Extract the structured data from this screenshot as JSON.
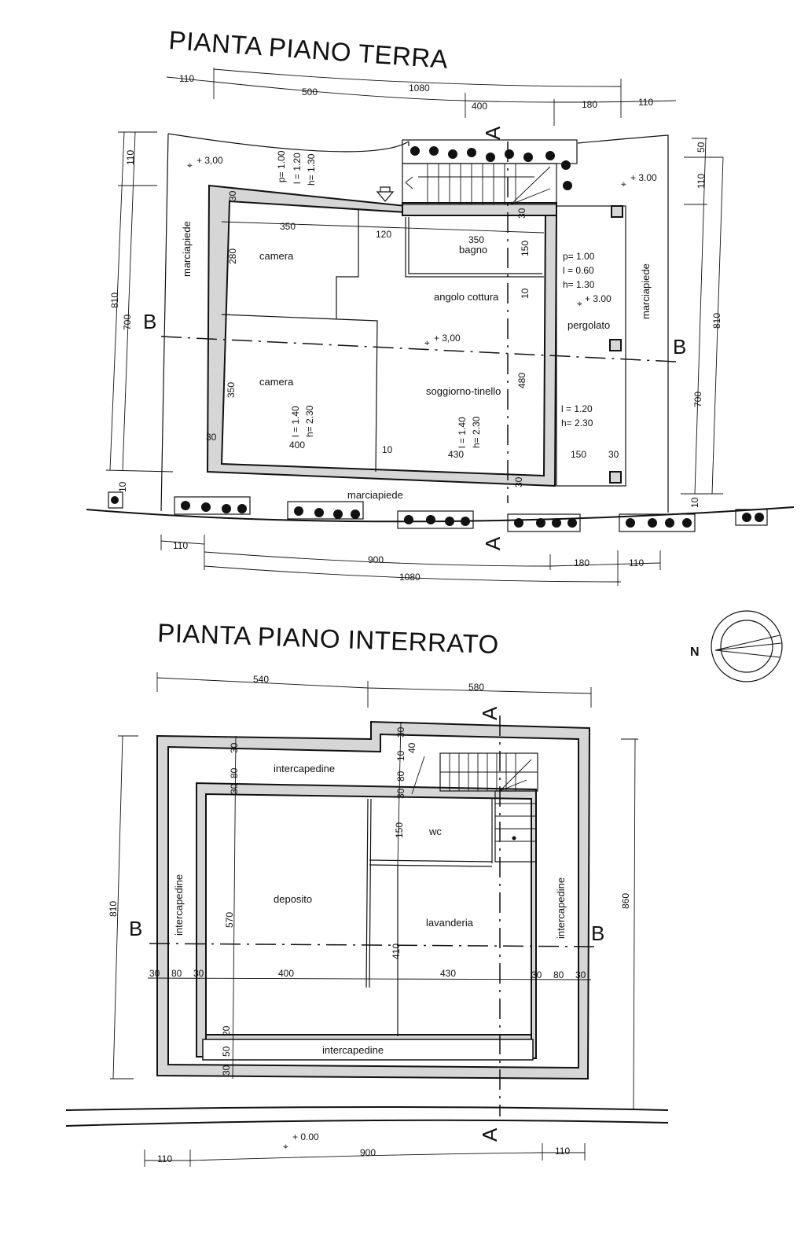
{
  "ground_floor": {
    "title": "PIANTA PIANO TERRA",
    "top_dims": {
      "d1": "110",
      "d2": "500",
      "d3": "1080",
      "d4": "400",
      "d5": "180",
      "d6": "110"
    },
    "bottom_dims": {
      "d1": "110",
      "d2": "900",
      "d3": "1080",
      "d4": "180",
      "d5": "110"
    },
    "left_dims": {
      "d1": "110",
      "d2": "810",
      "d3": "700",
      "d4": "10"
    },
    "right_dims": {
      "d1": "50",
      "d2": "110",
      "d3": "810",
      "d4": "700",
      "d5": "10"
    },
    "elevations": {
      "e1": "+ 3,00",
      "e2": "+ 3,00",
      "e3": "+ 3.00",
      "e4": "+ 3.00"
    },
    "rooms": {
      "camera_top": "camera",
      "camera_bottom": "camera",
      "bagno": "bagno",
      "angolo_cottura": "angolo cottura",
      "soggiorno": "soggiorno-tinello",
      "pergolato": "pergolato",
      "marciapiede_left": "marciapiede",
      "marciapiede_right": "marciapiede",
      "marciapiede_bottom": "marciapiede"
    },
    "interior_dims": {
      "w350a": "350",
      "w120": "120",
      "w350b": "350",
      "h280": "280",
      "h150": "150",
      "h10": "10",
      "h350": "350",
      "h480": "480",
      "w400": "400",
      "w10": "10",
      "w430": "430",
      "w150": "150",
      "w30a": "30",
      "w30b": "30",
      "w30c": "30",
      "w30d": "30",
      "w30e": "30"
    },
    "window_notes": {
      "top": {
        "p": "p= 1.00",
        "l": "l = 1.20",
        "h": "h= 1.30"
      },
      "bagno": {
        "p": "p= 1.00",
        "l": "l = 0.60",
        "h": "h= 1.30"
      },
      "pergolato_door": {
        "l": "l = 1.20",
        "h": "h= 2.30"
      },
      "camera": {
        "l": "l = 1.40",
        "h": "h= 2.30"
      },
      "soggiorno": {
        "l": "l = 1.40",
        "h": "h= 2.30"
      }
    },
    "section_marks": {
      "a_top": "A",
      "a_bottom": "A",
      "b_left": "B",
      "b_right": "B"
    }
  },
  "basement": {
    "title": "PIANTA PIANO INTERRATO",
    "top_dims": {
      "d1": "540",
      "d2": "580"
    },
    "bottom_dims": {
      "d1": "110",
      "d2": "900",
      "d3": "110"
    },
    "left_dim": "810",
    "right_dim": "860",
    "elevation": "+ 0.00",
    "rooms": {
      "intercapedine_top": "intercapedine",
      "intercapedine_left": "intercapedine",
      "intercapedine_right": "intercapedine",
      "intercapedine_bottom": "intercapedine",
      "deposito": "deposito",
      "wc": "wc",
      "lavanderia": "lavanderia"
    },
    "interior_dims": {
      "v30a": "30",
      "v80a": "80",
      "v30b": "30",
      "v30c": "30",
      "v40": "40",
      "v10": "10",
      "v80b": "80",
      "v30d": "30",
      "v150": "150",
      "v570": "570",
      "v410": "410",
      "v20": "20",
      "v50": "50",
      "v30e": "30",
      "h30a": "30",
      "h80a": "80",
      "h30b": "30",
      "h400": "400",
      "h430": "430",
      "h30c": "30",
      "h80b": "80",
      "h30d": "30"
    },
    "section_marks": {
      "a_top": "A",
      "a_bottom": "A",
      "b_left": "B",
      "b_right": "B"
    }
  },
  "north_arrow": {
    "label": "N"
  }
}
